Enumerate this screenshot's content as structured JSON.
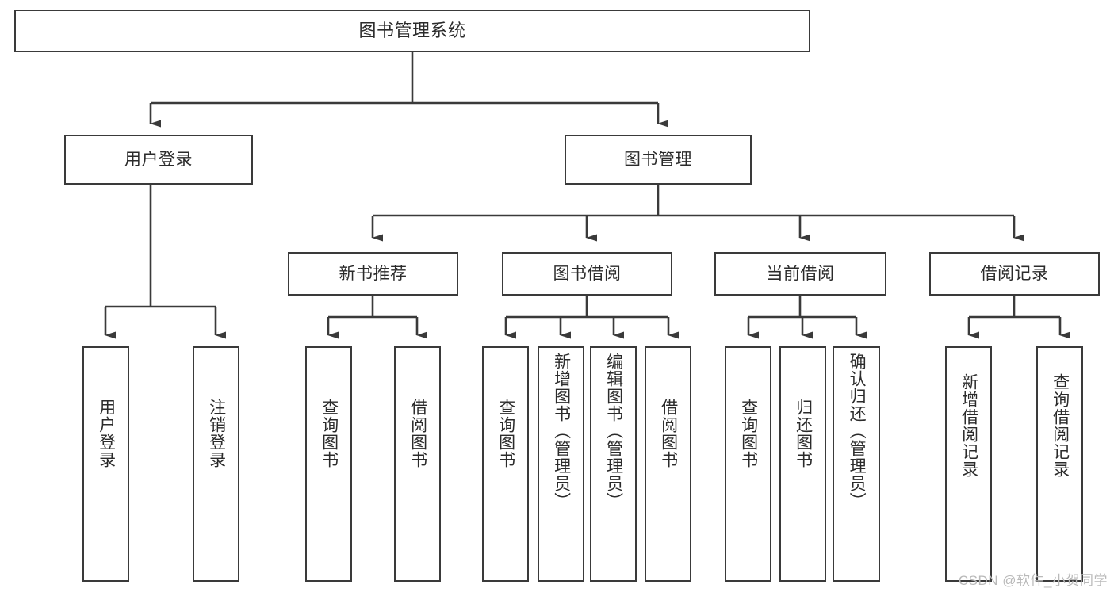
{
  "diagram": {
    "type": "tree-hierarchy",
    "title": "图书管理系统",
    "orientation": "top-down",
    "colors": {
      "box_border": "#3a3a3a",
      "box_fill": "#ffffff",
      "connector": "#3a3a3a",
      "text": "#2b2b2b",
      "watermark": "#b9b9b9",
      "background": "#ffffff"
    },
    "nodes": {
      "root": {
        "label": "图书管理系统",
        "level": 1
      },
      "level2": [
        {
          "id": "user-login",
          "label": "用户登录"
        },
        {
          "id": "book-management",
          "label": "图书管理"
        }
      ],
      "level3": [
        {
          "id": "new-book-recommend",
          "label": "新书推荐",
          "parent": "book-management"
        },
        {
          "id": "book-borrow",
          "label": "图书借阅",
          "parent": "book-management"
        },
        {
          "id": "current-borrow",
          "label": "当前借阅",
          "parent": "book-management"
        },
        {
          "id": "borrow-record",
          "label": "借阅记录",
          "parent": "book-management"
        }
      ],
      "leaves": [
        {
          "id": "leaf-user-login",
          "label": "用户登录",
          "parent": "user-login"
        },
        {
          "id": "leaf-logout-login",
          "label": "注销登录",
          "parent": "user-login"
        },
        {
          "id": "leaf-query-book-1",
          "label": "查询图书",
          "parent": "new-book-recommend"
        },
        {
          "id": "leaf-borrow-book-1",
          "label": "借阅图书",
          "parent": "new-book-recommend"
        },
        {
          "id": "leaf-query-book-2",
          "label": "查询图书",
          "parent": "book-borrow"
        },
        {
          "id": "leaf-add-book",
          "label": "新增图书（管理员）",
          "parent": "book-borrow"
        },
        {
          "id": "leaf-edit-book",
          "label": "编辑图书（管理员）",
          "parent": "book-borrow"
        },
        {
          "id": "leaf-borrow-book-2",
          "label": "借阅图书",
          "parent": "book-borrow"
        },
        {
          "id": "leaf-query-book-3",
          "label": "查询图书",
          "parent": "current-borrow"
        },
        {
          "id": "leaf-return-book",
          "label": "归还图书",
          "parent": "current-borrow"
        },
        {
          "id": "leaf-confirm-return",
          "label": "确认归还（管理员）",
          "parent": "current-borrow"
        },
        {
          "id": "leaf-add-record",
          "label": "新增借阅记录",
          "parent": "borrow-record"
        },
        {
          "id": "leaf-query-record",
          "label": "查询借阅记录",
          "parent": "borrow-record"
        }
      ]
    },
    "watermark": "CSDN @软件_小贺同学"
  }
}
